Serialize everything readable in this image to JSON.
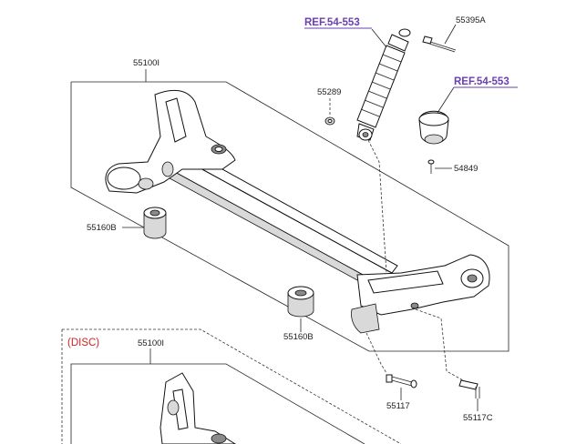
{
  "labels": {
    "ref_top": "REF.54-553",
    "ref_right": "REF.54-553",
    "p55395a": "55395A",
    "p55100i_top": "55100I",
    "p55289": "55289",
    "p54849": "54849",
    "p55160b_left": "55160B",
    "p55160b_bottom": "55160B",
    "disc": "(DISC)",
    "p55100i_bottom": "55100I",
    "p55117": "55117",
    "p55117c": "55117C"
  },
  "colors": {
    "ref_text": "#6a3fb0",
    "ref_underline": "#6a3fb0",
    "disc_text": "#d0231f"
  }
}
